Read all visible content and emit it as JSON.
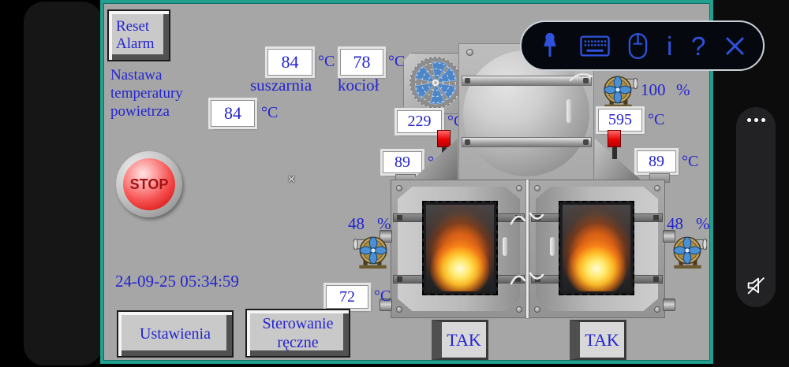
{
  "colors": {
    "panel_bg": "#a6a6a6",
    "panel_border_teal": "#21a08f",
    "hmi_blue": "#2424cf",
    "toolbar_icon_blue": "#2e52dd",
    "stop_button_red": "#e02222",
    "alarm_indicator_red": "#ea0505",
    "fire_orange": "#ff9a1e"
  },
  "units": {
    "celsius": "°C",
    "percent": "%"
  },
  "hmi": {
    "reset_alarm_button": {
      "line1": "Reset",
      "line2": "Alarm"
    },
    "air_setpoint": {
      "label_line1": "Nastawa",
      "label_line2": "temperatury",
      "label_line3": "powietrza",
      "value": "84"
    },
    "dryer": {
      "label": "suszarnia",
      "value": "84"
    },
    "boiler": {
      "label": "kocioł",
      "value": "78"
    },
    "temperatures": {
      "flue": "229",
      "burner": "595",
      "left_duct": "89",
      "right_duct": "89",
      "return": "72"
    },
    "fans": {
      "main_percent": "100",
      "left_percent": "48",
      "right_percent": "48"
    },
    "stop_button": "STOP",
    "datetime": "24-09-25 05:34:59",
    "settings_button": "Ustawienia",
    "manual_button": {
      "line1": "Sterowanie",
      "line2": "ręczne"
    },
    "furnace_left_confirm": "TAK",
    "furnace_right_confirm": "TAK"
  },
  "vnc_toolbar": {
    "icons": [
      "pin",
      "keyboard",
      "mouse",
      "info",
      "help",
      "close"
    ],
    "info_glyph": "i",
    "help_glyph": "?"
  },
  "phone_overlay": {
    "more_menu_icon": "three-dots",
    "mute_icon": "speaker-muted",
    "cursor_glyph": "✕"
  }
}
